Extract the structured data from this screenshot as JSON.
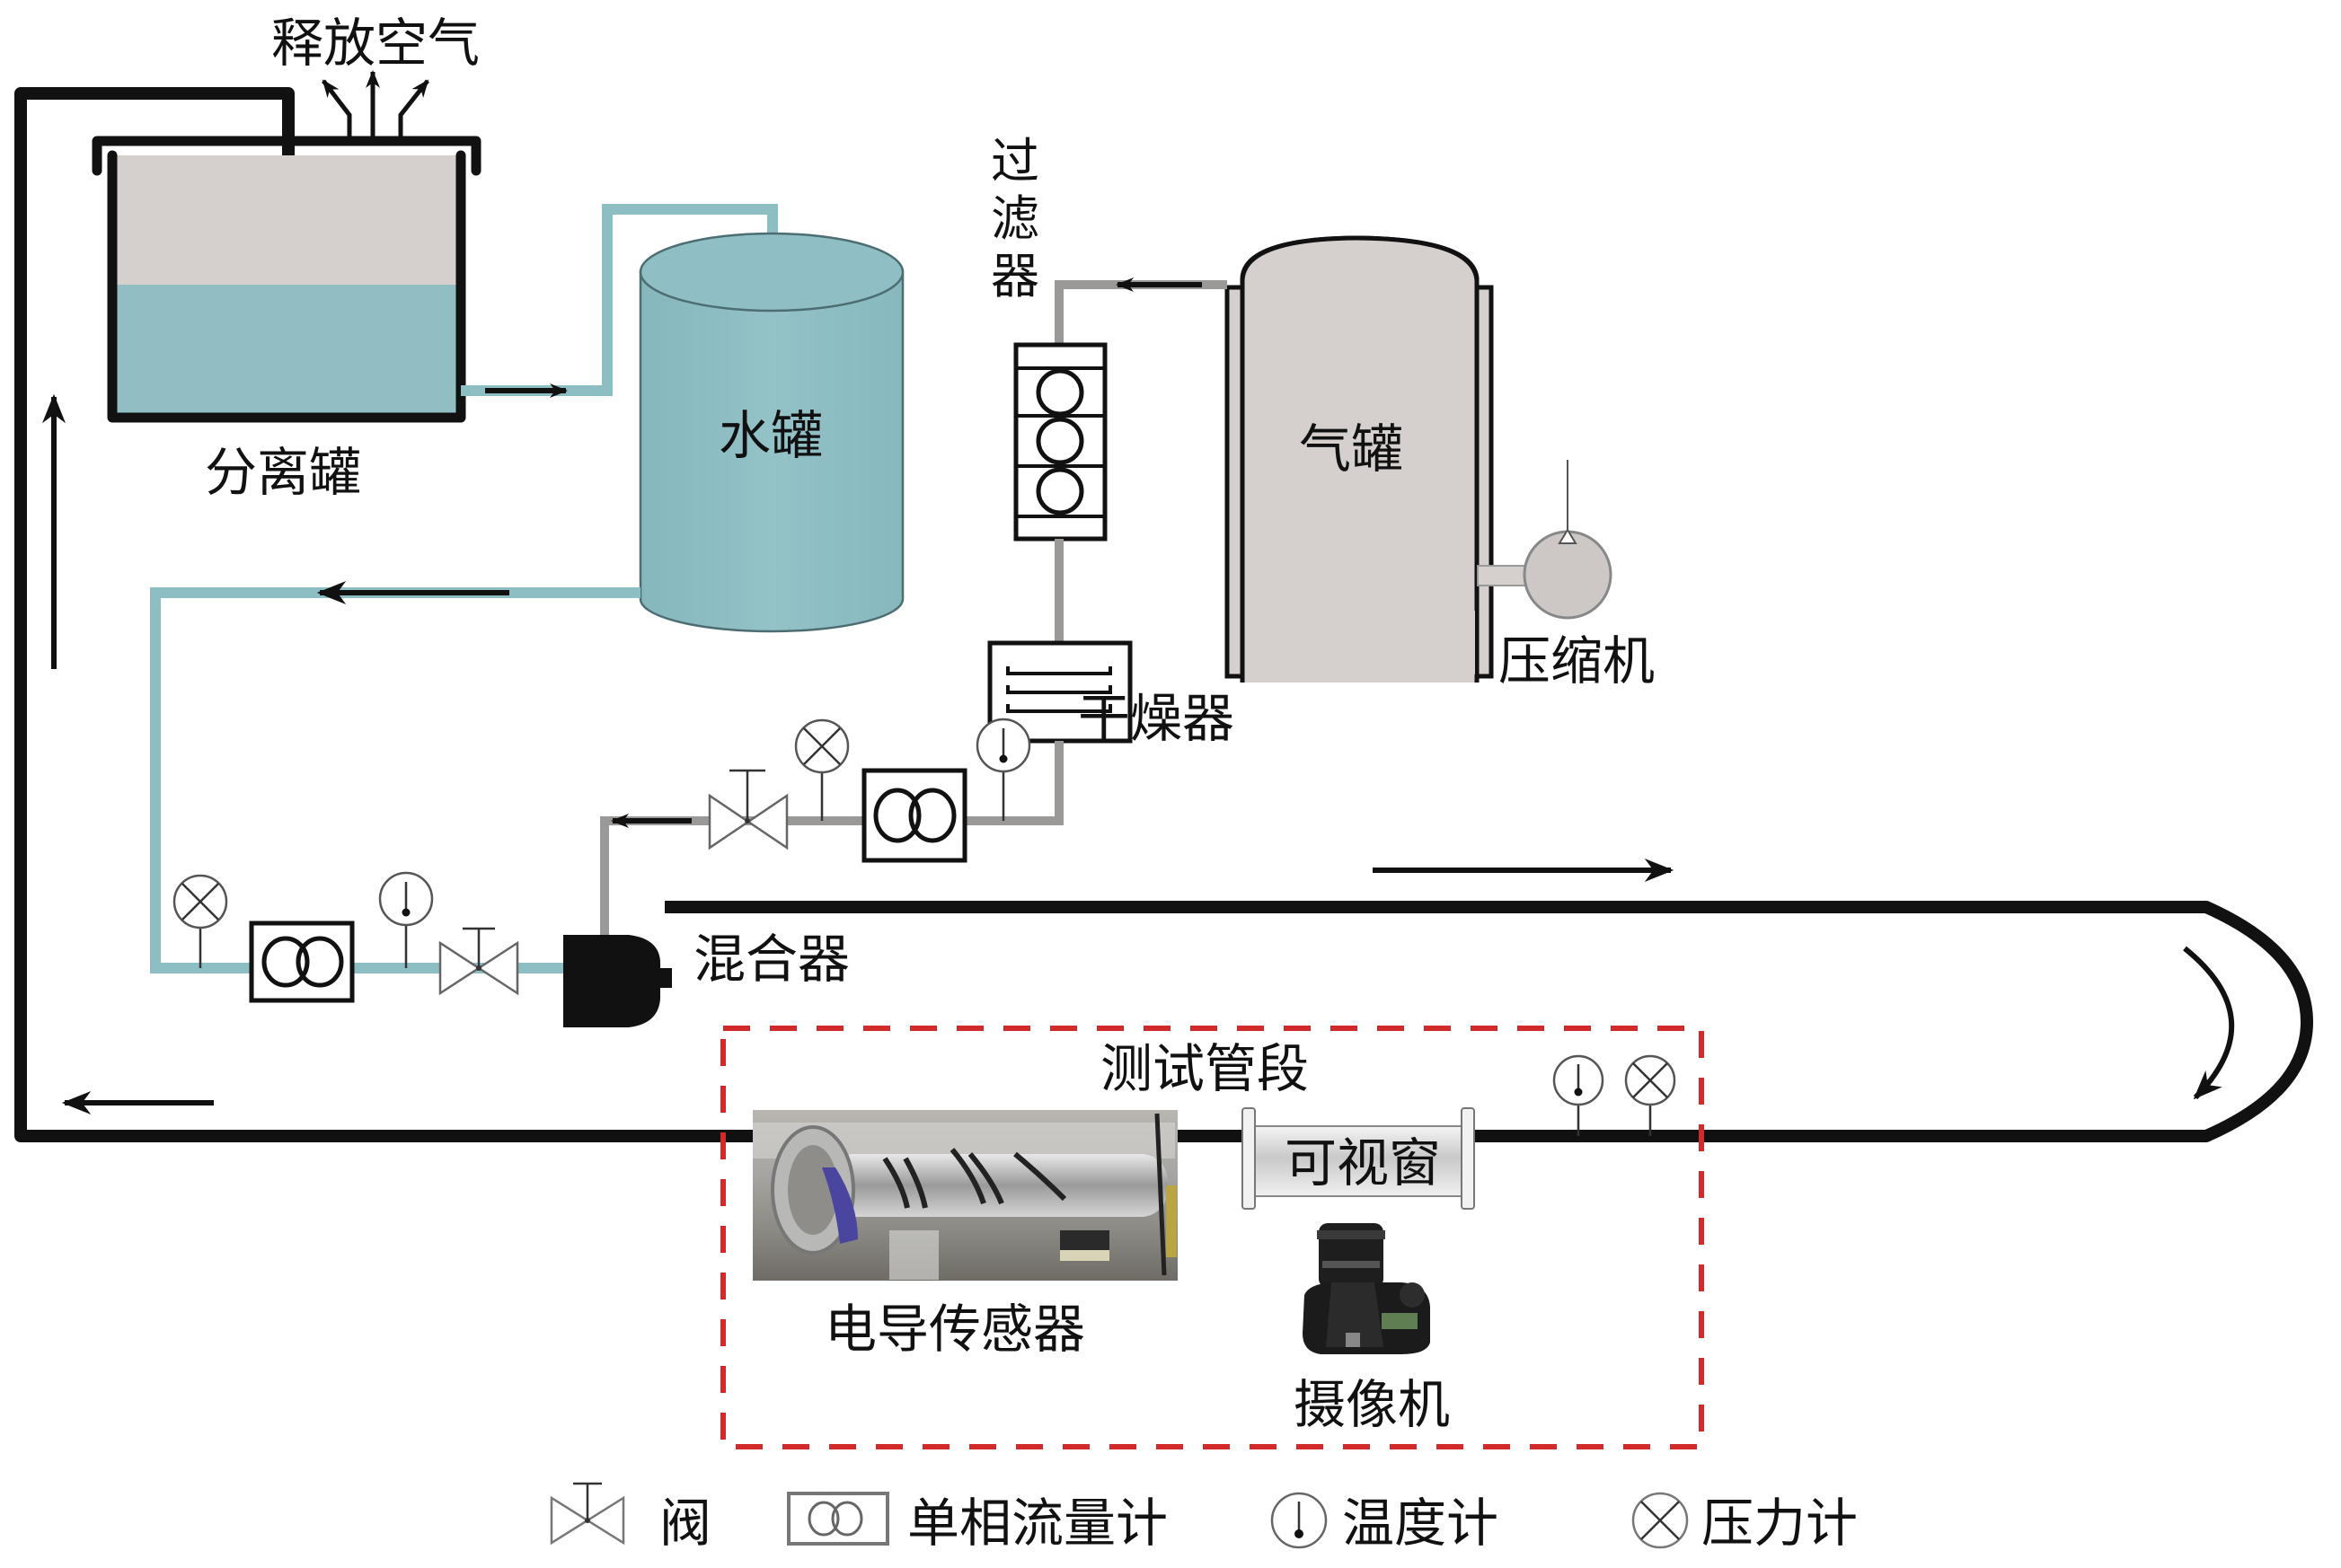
{
  "diagram": {
    "title": "Gas-liquid two-phase flow loop test facility",
    "labels": {
      "release_air": "释放空气",
      "separator": "分离罐",
      "water_tank": "水罐",
      "filter": [
        "过",
        "滤",
        "器"
      ],
      "gas_tank": "气罐",
      "compressor": "压缩机",
      "dryer": "干燥器",
      "mixer": "混合器",
      "test_section": "测试管段",
      "sight_window": "可视窗",
      "conductance_sensor": "电导传感器",
      "camera": "摄像机"
    },
    "legend": [
      {
        "icon": "valve-icon",
        "label": "阀"
      },
      {
        "icon": "flowmeter-icon",
        "label": "单相流量计"
      },
      {
        "icon": "thermometer-icon",
        "label": "温度计"
      },
      {
        "icon": "pressure-gauge-icon",
        "label": "压力计"
      }
    ],
    "colors": {
      "water": "#8dbec4",
      "gas": "#d5cfcd",
      "air_pipe": "#9b9898",
      "main_pipe": "#111111",
      "test_section_border": "#d22a2a"
    }
  }
}
